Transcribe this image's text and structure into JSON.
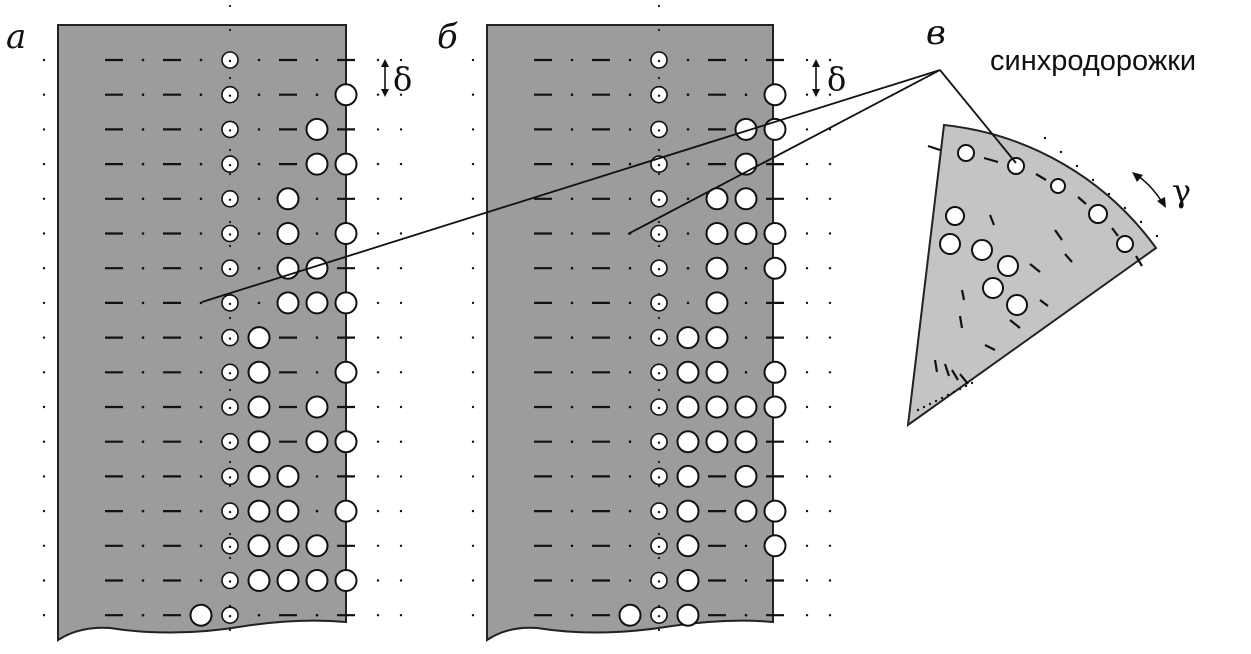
{
  "labels": {
    "panel_a": "а",
    "panel_b": "б",
    "panel_c": "в",
    "sync_tracks": "синхродорожки",
    "delta": "δ",
    "gamma": "γ"
  },
  "tape_a": {
    "rows": 17,
    "sync_channel": 5,
    "holes": [
      [],
      [
        9
      ],
      [
        8
      ],
      [
        8,
        9
      ],
      [
        7
      ],
      [
        7,
        9
      ],
      [
        7,
        8
      ],
      [
        7,
        8,
        9
      ],
      [
        6
      ],
      [
        6,
        9
      ],
      [
        6,
        8
      ],
      [
        6,
        8,
        9
      ],
      [
        6,
        7
      ],
      [
        6,
        7,
        9
      ],
      [
        6,
        7,
        8
      ],
      [
        6,
        7,
        8,
        9
      ],
      [
        4
      ]
    ]
  },
  "tape_b": {
    "rows": 17,
    "sync_channel": 5,
    "holes": [
      [],
      [
        9
      ],
      [
        8,
        9
      ],
      [
        8
      ],
      [
        7,
        8
      ],
      [
        7,
        8,
        9
      ],
      [
        7,
        9
      ],
      [
        7
      ],
      [
        6,
        7
      ],
      [
        6,
        7,
        9
      ],
      [
        6,
        7,
        8,
        9
      ],
      [
        6,
        7,
        8
      ],
      [
        6,
        8
      ],
      [
        6,
        8,
        9
      ],
      [
        6,
        9
      ],
      [
        6
      ],
      [
        4,
        6
      ]
    ]
  },
  "disk": {
    "description_callout": "синхродорожки"
  }
}
